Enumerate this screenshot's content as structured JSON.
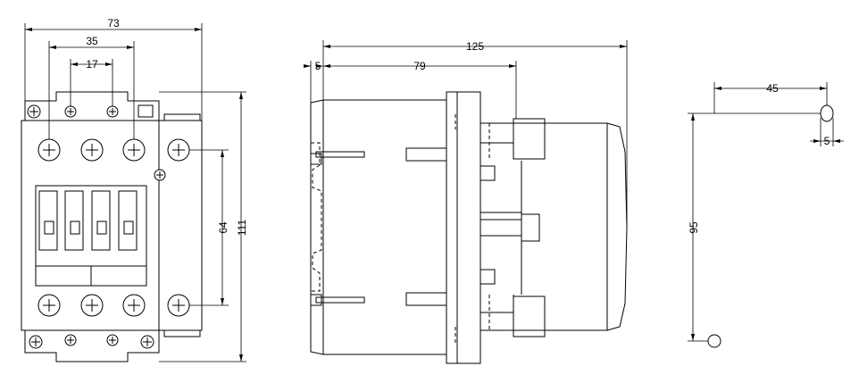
{
  "front_view": {
    "dims": {
      "width_total": "73",
      "mount_spacing": "35",
      "inner_spacing": "17",
      "terminal_spacing": "64",
      "height_total": "111"
    }
  },
  "side_view": {
    "dims": {
      "depth_total": "125",
      "depth_to_front": "79",
      "rail_offset": "5"
    }
  },
  "mount_view": {
    "dims": {
      "hole_spacing_h": "45",
      "hole_offset": "5",
      "hole_spacing_v": "95"
    }
  }
}
